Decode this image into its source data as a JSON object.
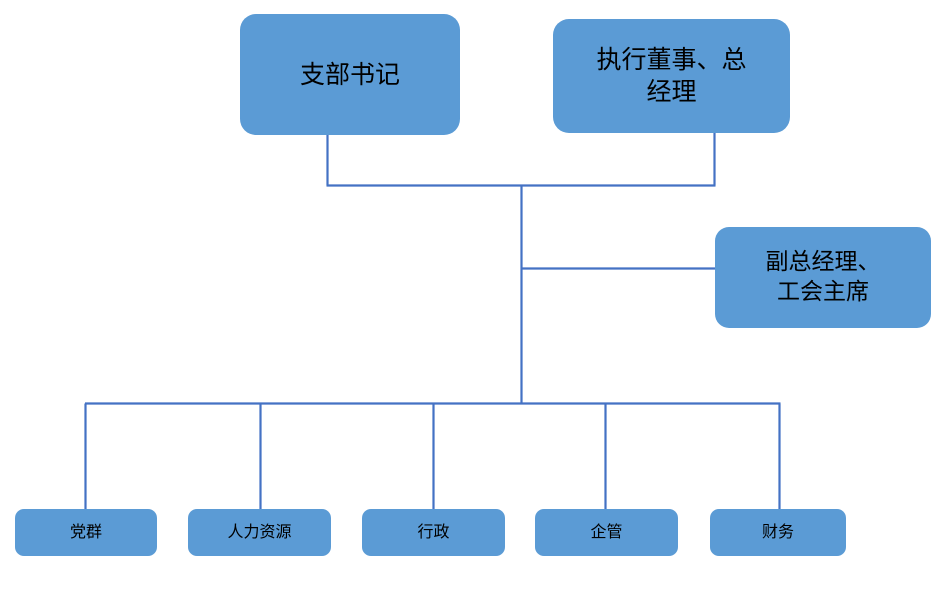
{
  "chart_data": {
    "type": "diagram",
    "diagram_type": "organization-chart",
    "title": "",
    "background_color": "#FFFFFF",
    "node_fill_color": "#5B9BD5",
    "connector_color": "#4472C4",
    "text_color": "#000000",
    "levels": [
      {
        "level": 1,
        "nodes": [
          {
            "id": "party-secretary",
            "label": "支部书记"
          },
          {
            "id": "executive-director-gm",
            "label": "执行董事、总\n经理"
          }
        ]
      },
      {
        "level": 2,
        "nodes": [
          {
            "id": "deputy-gm-union-chair",
            "label": "副总经理、\n工会主席"
          }
        ]
      },
      {
        "level": 3,
        "nodes": [
          {
            "id": "party-mass-work",
            "label": "党群"
          },
          {
            "id": "human-resources",
            "label": "人力资源"
          },
          {
            "id": "administration",
            "label": "行政"
          },
          {
            "id": "enterprise-management",
            "label": "企管"
          },
          {
            "id": "finance",
            "label": "财务"
          }
        ]
      }
    ],
    "edges": [
      {
        "from": "party-secretary",
        "to": "junction-main"
      },
      {
        "from": "executive-director-gm",
        "to": "junction-main"
      },
      {
        "from": "junction-main",
        "to": "deputy-gm-union-chair"
      },
      {
        "from": "junction-main",
        "to": "party-mass-work"
      },
      {
        "from": "junction-main",
        "to": "human-resources"
      },
      {
        "from": "junction-main",
        "to": "administration"
      },
      {
        "from": "junction-main",
        "to": "enterprise-management"
      },
      {
        "from": "junction-main",
        "to": "finance"
      }
    ]
  },
  "nodes": {
    "party_secretary": {
      "label": "支部书记"
    },
    "executive_director": {
      "label": "执行董事、总\n经理"
    },
    "deputy_gm": {
      "label": "副总经理、\n工会主席"
    },
    "dept_party": {
      "label": "党群"
    },
    "dept_hr": {
      "label": "人力资源"
    },
    "dept_admin": {
      "label": "行政"
    },
    "dept_enterprise": {
      "label": "企管"
    },
    "dept_finance": {
      "label": "财务"
    }
  }
}
